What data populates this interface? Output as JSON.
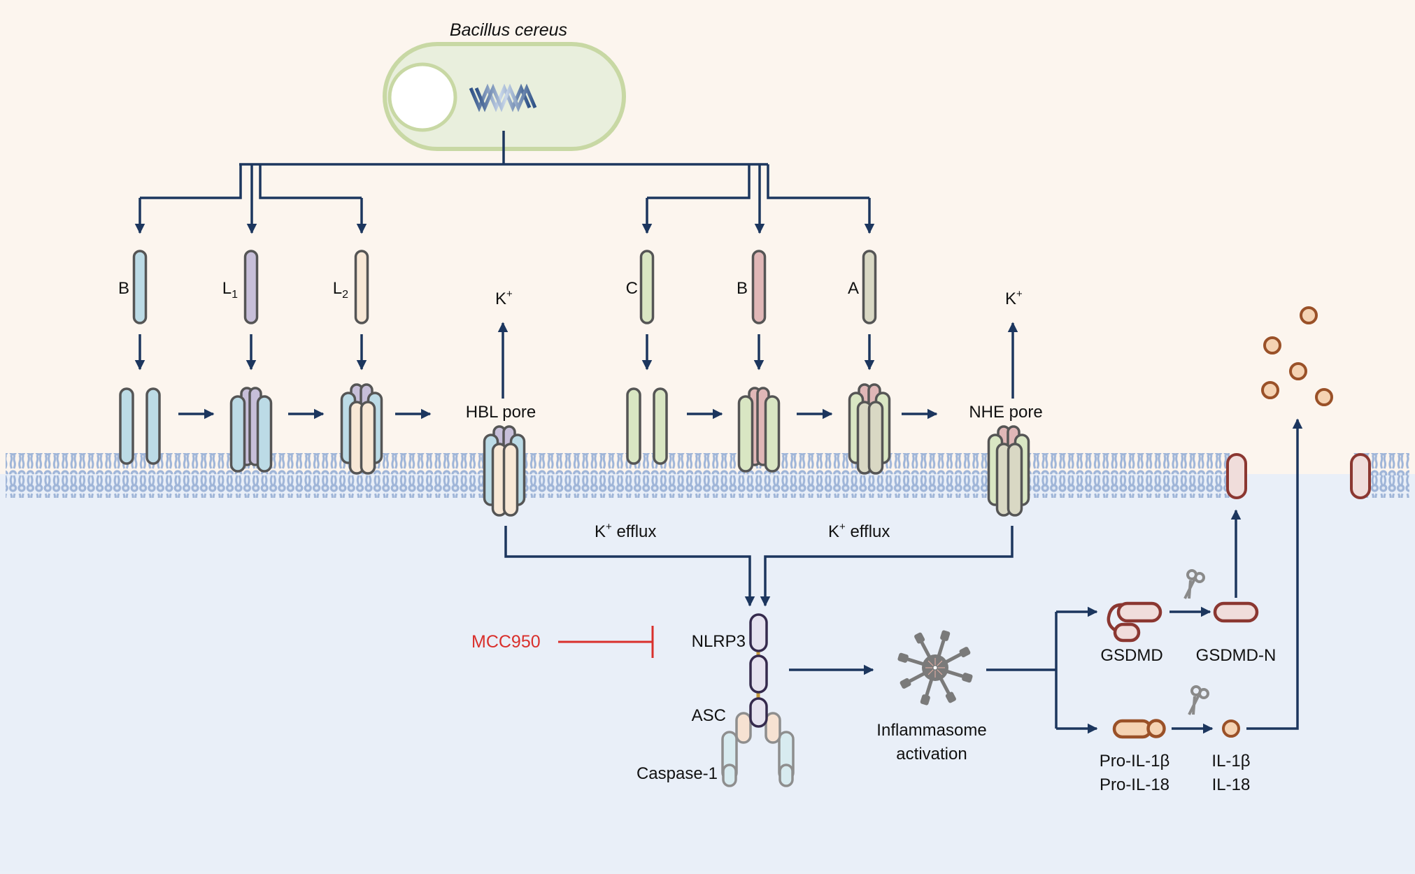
{
  "organism": {
    "label": "Bacillus cereus"
  },
  "colors": {
    "extracellular_bg": "#fcf5ee",
    "intracellular_bg": "#e9eff8",
    "arrow": "#1c365e",
    "membrane": "#9fb5d8",
    "bacterium_fill": "#e9efdd",
    "bacterium_stroke": "#c8d8a4",
    "inhibitor": "#d9302c",
    "hbl_B": "#bcdbe6",
    "hbl_L1": "#c7bfd9",
    "hbl_L2": "#f8e8d6",
    "nhe_C": "#d9e6c3",
    "nhe_B": "#e0b7b7",
    "nhe_A": "#d9d8c4",
    "gsdmd_fill": "#f0dddb",
    "gsdmd_stroke": "#8b3731",
    "il_fill": "#f5d3b3",
    "il_stroke": "#9a5128",
    "nlrp3_fill": "#e5e2ef",
    "nlrp3_stroke": "#352a4d"
  },
  "hbl": {
    "components": [
      {
        "label": "B",
        "sub": ""
      },
      {
        "label": "L",
        "sub": "1"
      },
      {
        "label": "L",
        "sub": "2"
      }
    ],
    "pore_label": "HBL pore",
    "ion_label": "K",
    "ion_charge": "+"
  },
  "nhe": {
    "components": [
      {
        "label": "C",
        "sub": ""
      },
      {
        "label": "B",
        "sub": ""
      },
      {
        "label": "A",
        "sub": ""
      }
    ],
    "pore_label": "NHE pore",
    "ion_label": "K",
    "ion_charge": "+"
  },
  "efflux": {
    "left": {
      "ion": "K",
      "charge": "+",
      "text": " efflux"
    },
    "right": {
      "ion": "K",
      "charge": "+",
      "text": " efflux"
    }
  },
  "inflammasome": {
    "inhibitor": "MCC950",
    "nlrp3": "NLRP3",
    "asc": "ASC",
    "caspase": "Caspase-1",
    "activation_line1": "Inflammasome",
    "activation_line2": "activation"
  },
  "pyroptosis": {
    "gsdmd": "GSDMD",
    "gsdmd_n": "GSDMD-N",
    "pro_il1b": "Pro-IL-1β",
    "pro_il18": "Pro-IL-18",
    "il1b": "IL-1β",
    "il18": "IL-18"
  }
}
